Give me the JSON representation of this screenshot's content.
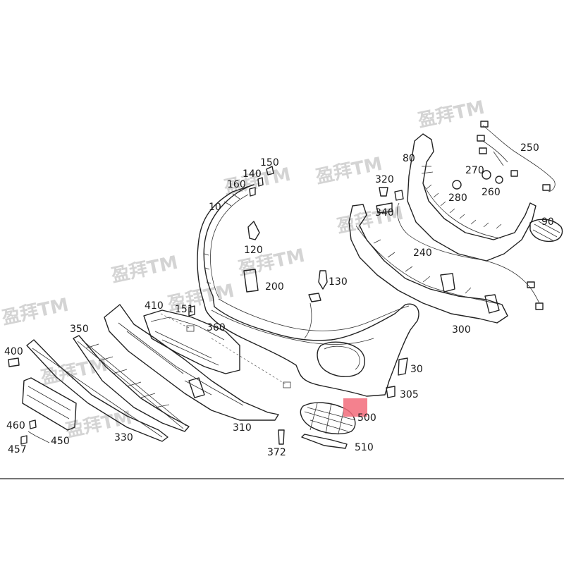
{
  "watermark": "盈拜TM",
  "callouts": [
    {
      "id": "c10",
      "text": "10"
    },
    {
      "id": "c30",
      "text": "30"
    },
    {
      "id": "c80",
      "text": "80"
    },
    {
      "id": "c90",
      "text": "90"
    },
    {
      "id": "c120",
      "text": "120"
    },
    {
      "id": "c130",
      "text": "130"
    },
    {
      "id": "c140",
      "text": "140"
    },
    {
      "id": "c150",
      "text": "150"
    },
    {
      "id": "c151",
      "text": "151"
    },
    {
      "id": "c160",
      "text": "160"
    },
    {
      "id": "c200",
      "text": "200"
    },
    {
      "id": "c240",
      "text": "240"
    },
    {
      "id": "c250",
      "text": "250"
    },
    {
      "id": "c260",
      "text": "260"
    },
    {
      "id": "c270",
      "text": "270"
    },
    {
      "id": "c280",
      "text": "280"
    },
    {
      "id": "c300",
      "text": "300"
    },
    {
      "id": "c305",
      "text": "305"
    },
    {
      "id": "c310",
      "text": "310"
    },
    {
      "id": "c320",
      "text": "320"
    },
    {
      "id": "c330",
      "text": "330"
    },
    {
      "id": "c340",
      "text": "340"
    },
    {
      "id": "c350",
      "text": "350"
    },
    {
      "id": "c360",
      "text": "360"
    },
    {
      "id": "c372",
      "text": "372"
    },
    {
      "id": "c400",
      "text": "400"
    },
    {
      "id": "c410",
      "text": "410"
    },
    {
      "id": "c450",
      "text": "450"
    },
    {
      "id": "c457",
      "text": "457"
    },
    {
      "id": "c460",
      "text": "460"
    },
    {
      "id": "c500",
      "text": "500"
    },
    {
      "id": "c510",
      "text": "510"
    }
  ],
  "colors": {
    "line": "#222222",
    "highlight": "#f26b7a",
    "watermark": "#d4d4d4"
  }
}
